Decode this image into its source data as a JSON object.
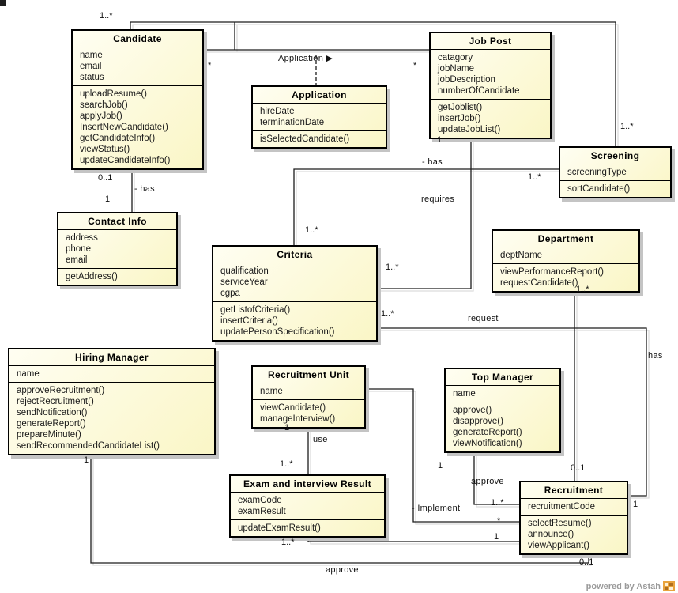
{
  "classes": [
    {
      "name": "Candidate",
      "attributes": [
        "name",
        "email",
        "status"
      ],
      "methods": [
        "uploadResume()",
        "searchJob()",
        "applyJob()",
        "InsertNewCandidate()",
        "getCandidateInfo()",
        "viewStatus()",
        "updateCandidateInfo()"
      ]
    },
    {
      "name": "Job Post",
      "attributes": [
        "catagory",
        "jobName",
        "jobDescription",
        "numberOfCandidate"
      ],
      "methods": [
        "getJoblist()",
        "insertJob()",
        "updateJobList()"
      ]
    },
    {
      "name": "Application",
      "attributes": [
        "hireDate",
        "terminationDate"
      ],
      "methods": [
        "isSelectedCandidate()"
      ]
    },
    {
      "name": "Screening",
      "attributes": [
        "screeningType"
      ],
      "methods": [
        "sortCandidate()"
      ]
    },
    {
      "name": "Contact Info",
      "attributes": [
        "address",
        "phone",
        "email"
      ],
      "methods": [
        "getAddress()"
      ]
    },
    {
      "name": "Criteria",
      "attributes": [
        "qualification",
        "serviceYear",
        "cgpa"
      ],
      "methods": [
        "getListofCriteria()",
        "insertCriteria()",
        "updatePersonSpecification()"
      ]
    },
    {
      "name": "Department",
      "attributes": [
        "deptName"
      ],
      "methods": [
        "viewPerformanceReport()",
        "requestCandidate()"
      ]
    },
    {
      "name": "Hiring Manager",
      "attributes": [
        "name"
      ],
      "methods": [
        "approveRecruitment()",
        "rejectRecruitment()",
        "sendNotification()",
        "generateReport()",
        "prepareMinute()",
        "sendRecommendedCandidateList()"
      ]
    },
    {
      "name": "Recruitment Unit",
      "attributes": [
        "name"
      ],
      "methods": [
        "viewCandidate()",
        "manageInterview()"
      ]
    },
    {
      "name": "Top Manager",
      "attributes": [
        "name"
      ],
      "methods": [
        "approve()",
        "disapprove()",
        "generateReport()",
        "viewNotification()"
      ]
    },
    {
      "name": "Exam and interview Result",
      "attributes": [
        "examCode",
        "examResult"
      ],
      "methods": [
        "updateExamResult()"
      ]
    },
    {
      "name": "Recruitment",
      "attributes": [
        "recruitmentCode"
      ],
      "methods": [
        "selectResume()",
        "announce()",
        "viewApplicant()"
      ]
    }
  ],
  "labels": [
    {
      "text": "1..*"
    },
    {
      "text": "*"
    },
    {
      "text": "Application ▶"
    },
    {
      "text": "*"
    },
    {
      "text": "1..*"
    },
    {
      "text": "1"
    },
    {
      "text": "- has"
    },
    {
      "text": "1..*"
    },
    {
      "text": "requires"
    },
    {
      "text": "0..1"
    },
    {
      "text": "- has"
    },
    {
      "text": "1"
    },
    {
      "text": "1..*"
    },
    {
      "text": "1..*"
    },
    {
      "text": "1..*"
    },
    {
      "text": "1..*"
    },
    {
      "text": "request"
    },
    {
      "text": "has"
    },
    {
      "text": "1"
    },
    {
      "text": "1"
    },
    {
      "text": "use"
    },
    {
      "text": "1..*"
    },
    {
      "text": "1"
    },
    {
      "text": "approve"
    },
    {
      "text": "- Implement"
    },
    {
      "text": "1..*"
    },
    {
      "text": "*"
    },
    {
      "text": "1"
    },
    {
      "text": "0..1"
    },
    {
      "text": "1"
    },
    {
      "text": "1..*"
    },
    {
      "text": "approve"
    },
    {
      "text": "0..1"
    }
  ],
  "watermark": {
    "text": "powered by Astah"
  },
  "colors": {
    "class_fill": "#faf6c6",
    "class_fill_light": "#fffef2",
    "border": "#000000",
    "shadow": "#c4c4c4",
    "line": "#1c1c1c",
    "line_shadow": "#dcdcdc",
    "label_text": "#111111",
    "watermark_text": "#9a9a9a",
    "logo_orange": "#e8a33d"
  }
}
